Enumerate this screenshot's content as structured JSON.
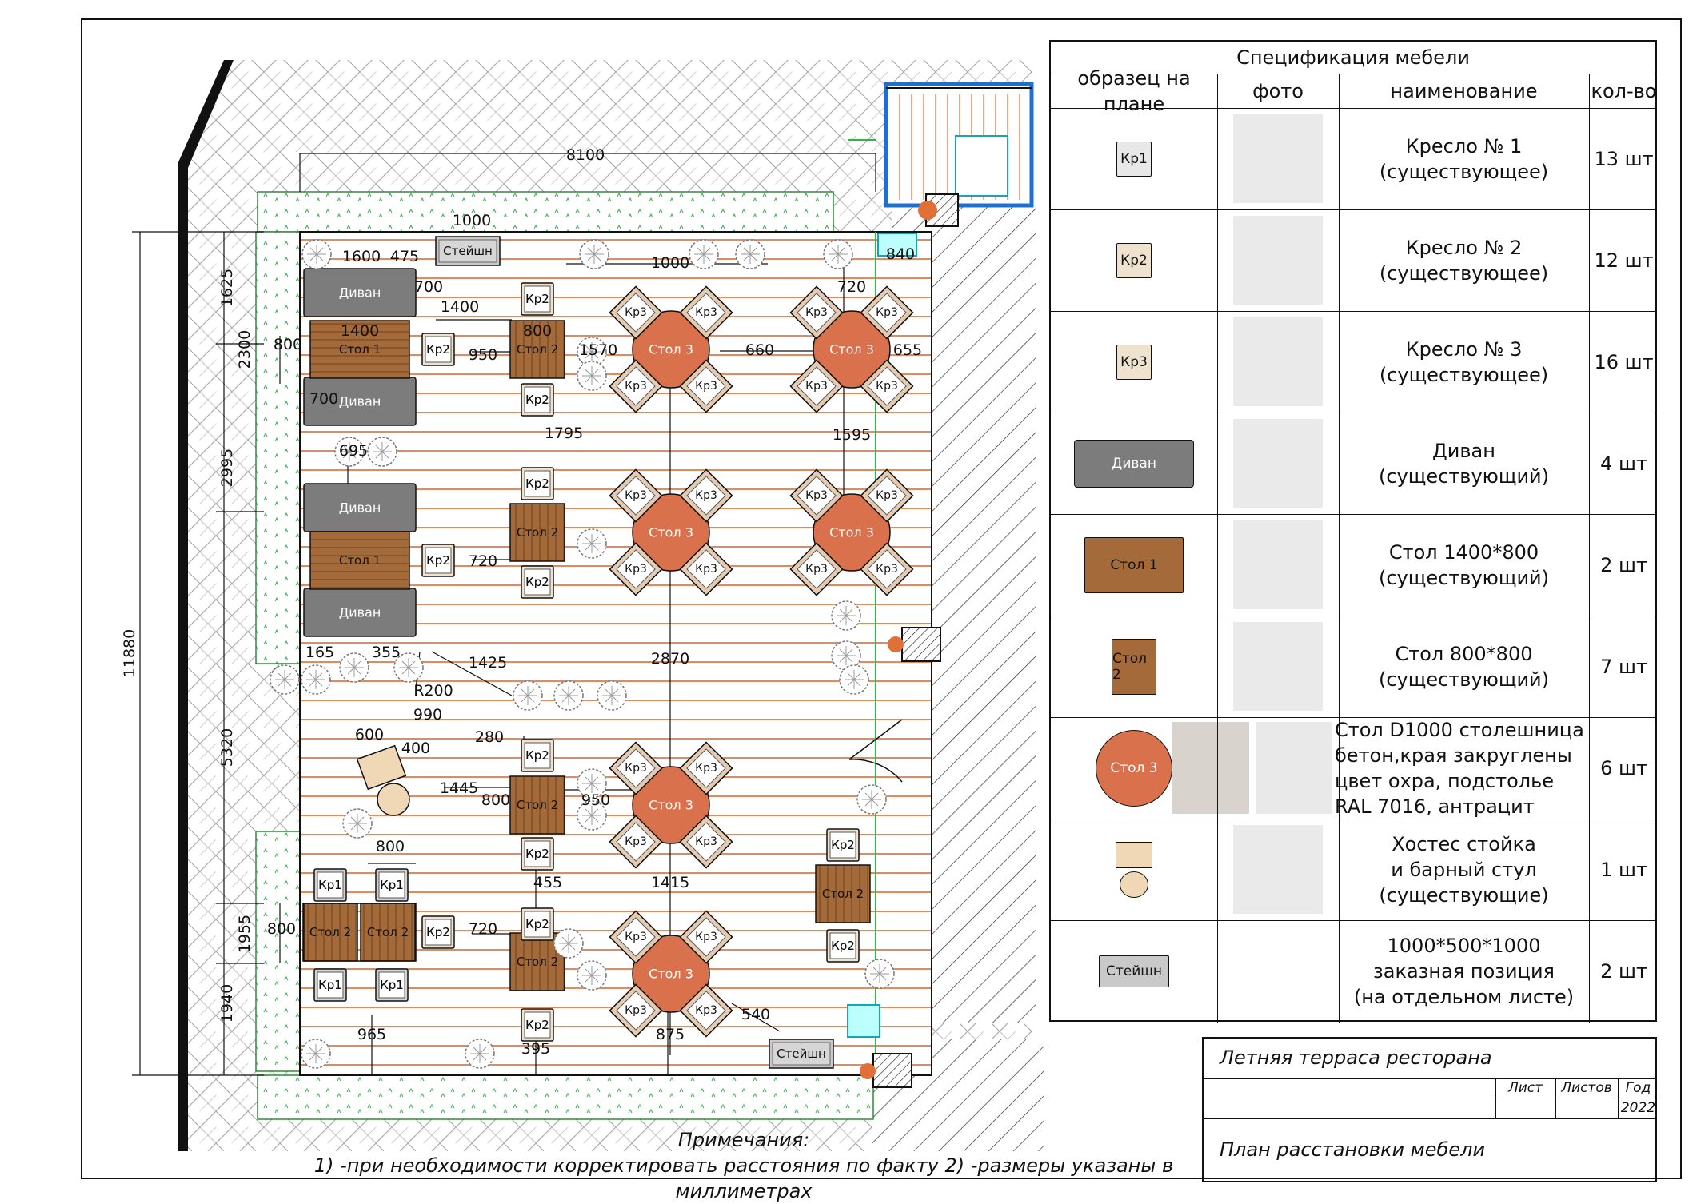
{
  "plan": {
    "dimensions": {
      "total_width": "8100",
      "total_height": "11880",
      "left_segments": [
        "1625",
        "2300",
        "2995",
        "5320",
        "1955",
        "1940"
      ],
      "inner": [
        "1000",
        "1600",
        "475",
        "700",
        "1400",
        "1400",
        "800",
        "800",
        "950",
        "1570",
        "660",
        "655",
        "1000",
        "720",
        "720",
        "1795",
        "1595",
        "695",
        "700",
        "2870",
        "165",
        "355",
        "1425",
        "R200",
        "990",
        "600",
        "400",
        "280",
        "1445",
        "800",
        "950",
        "455",
        "1415",
        "800",
        "800",
        "720",
        "965",
        "395",
        "875",
        "540",
        "840"
      ]
    },
    "labels": {
      "stand": "Стейшн",
      "sofa": "Диван",
      "table1": "Стол 1",
      "table2": "Стол 2",
      "table3": "Стол 3",
      "chair1": "Кр1",
      "chair2": "Кр2",
      "chair3": "Кр3"
    }
  },
  "spec": {
    "title": "Спецификация мебели",
    "headers": [
      "образец на плане",
      "фото",
      "наименование",
      "кол-во"
    ],
    "rows": [
      {
        "symbol": "Кр1",
        "name_line1": "Кресло № 1",
        "name_line2": "(существующее)",
        "qty": "13 шт"
      },
      {
        "symbol": "Кр2",
        "name_line1": "Кресло № 2",
        "name_line2": "(существующее)",
        "qty": "12 шт"
      },
      {
        "symbol": "Кр3",
        "name_line1": "Кресло № 3",
        "name_line2": "(существующее)",
        "qty": "16 шт"
      },
      {
        "symbol": "Диван",
        "name_line1": "Диван",
        "name_line2": "(существующий)",
        "qty": "4 шт"
      },
      {
        "symbol": "Стол 1",
        "name_line1": "Стол 1400*800",
        "name_line2": "(существующий)",
        "qty": "2 шт"
      },
      {
        "symbol": "Стол 2",
        "name_line1": "Стол 800*800",
        "name_line2": "(существующий)",
        "qty": "7 шт"
      },
      {
        "symbol": "Стол 3",
        "name_lines": [
          "Стол D1000 столешница",
          "бетон,края закруглены",
          "цвет охра, подстолье",
          "RAL 7016, антрацит"
        ],
        "qty": "6 шт"
      },
      {
        "symbol": "",
        "name_lines": [
          "Хостес стойка",
          "и барный стул",
          "(существующие)"
        ],
        "qty": "1 шт"
      },
      {
        "symbol": "Стейшн",
        "name_lines": [
          "1000*500*1000",
          "заказная позиция",
          "(на отдельном листе)"
        ],
        "qty": "2 шт"
      }
    ]
  },
  "title_block": {
    "project": "Летняя терраса ресторана",
    "col_sheet": "Лист",
    "col_sheets": "Листов",
    "col_year": "Год",
    "year": "2022",
    "drawing": "План расстановки мебели"
  },
  "notes": {
    "heading": "Примечания:",
    "text": "1) -при необходимости корректировать расстояния по факту 2) -размеры указаны в миллиметрах"
  },
  "colors": {
    "deck_lines": "#e58a5a",
    "table3": "#d9714c",
    "wood": "#a56a3a",
    "sofa": "#7c7c7c",
    "chair_fill": "#e6cbb3",
    "window_blue": "#1f6fd1",
    "green": "#34b34a"
  }
}
